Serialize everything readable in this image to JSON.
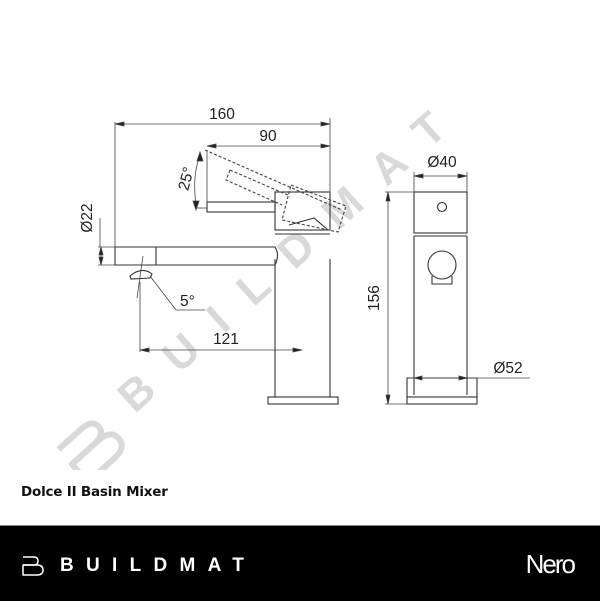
{
  "product": {
    "title": "Dolce II Basin Mixer"
  },
  "watermark": {
    "text": "BUILDMAT",
    "letters": [
      "B",
      "U",
      "I",
      "L",
      "D",
      "M",
      "A",
      "T"
    ],
    "color": "#d9d9d9"
  },
  "dimensions": {
    "overall_reach": "160",
    "handle_reach": "90",
    "handle_angle": "25°",
    "spout_diameter": "Ø22",
    "aerator_angle": "5°",
    "spout_reach": "121",
    "height": "156",
    "body_diameter": "Ø40",
    "base_diameter": "Ø52"
  },
  "footer": {
    "brand": "BUILDMAT",
    "sub_brand": "Nero",
    "background": "#000000",
    "text_color": "#ffffff"
  }
}
